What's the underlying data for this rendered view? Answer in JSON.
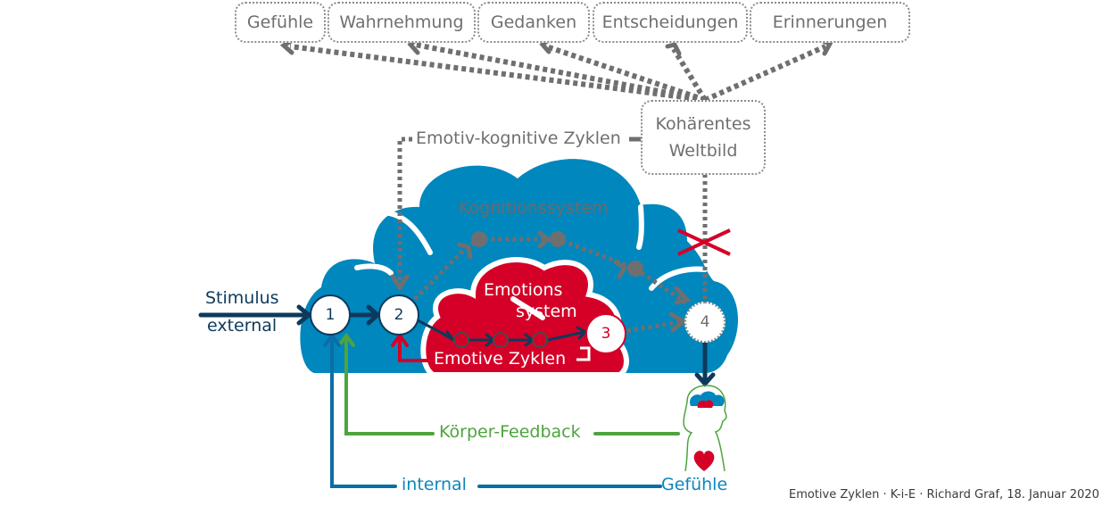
{
  "title": "Emotive Zyklen",
  "outputs": [
    "Gefühle",
    "Wahrnehmung",
    "Gedanken",
    "Entscheidungen",
    "Erinnerungen"
  ],
  "world_view": {
    "line1": "Kohärentes",
    "line2": "Weltbild"
  },
  "emotive_cognitive_label": "Emotiv-kognitive Zyklen",
  "cognition_system_label": "Kognitionssystem",
  "emotion_system": {
    "line1": "Emotions",
    "line2": "system"
  },
  "emotive_cycles_label": "Emotive Zyklen",
  "stimulus": {
    "line1": "Stimulus",
    "line2": "external"
  },
  "nodes": [
    "1",
    "2",
    "3",
    "4"
  ],
  "body_feedback_label": "Körper-Feedback",
  "internal_label": "internal",
  "feelings_label": "Gefühle",
  "footer": "Emotive Zyklen · K-i-E · Richard Graf, 18. Januar 2020",
  "colors": {
    "cloud_blue": "#0087bd",
    "emotion_red": "#d40027",
    "navy": "#0d3a5c",
    "green": "#4ea43d",
    "gray": "#6f6f6f"
  }
}
